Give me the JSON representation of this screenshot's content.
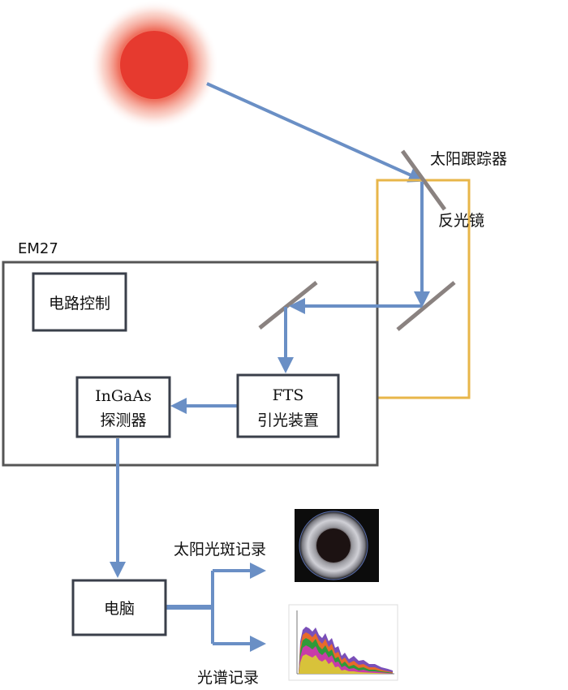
{
  "labels": {
    "sun_tracker": "太阳跟踪器",
    "mirror": "反光镜",
    "em27": "EM27",
    "circuit_control": "电路控制",
    "detector_line1": "InGaAs",
    "detector_line2": "探测器",
    "fts_line1": "FTS",
    "fts_line2": "引光装置",
    "computer": "电脑",
    "spot_record": "太阳光斑记录",
    "spectrum_record": "光谱记录"
  },
  "colors": {
    "sun": "#e63a2f",
    "beam": "#6a8fc5",
    "mirror": "#8a8280",
    "tracker_frame": "#e8b64a",
    "box_border": "#3a3f4a",
    "em27_border": "#555555"
  }
}
